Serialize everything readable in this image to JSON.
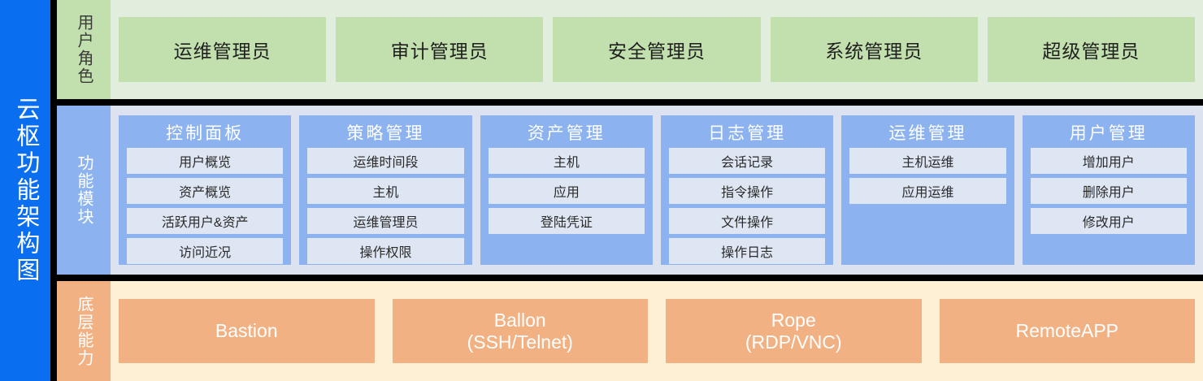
{
  "diagram": {
    "title": "云枢功能架构图",
    "colors": {
      "title_bar": "#0a6ef0",
      "roles_band_bg": "#e2eedd",
      "roles_box": "#c2dfae",
      "modules_band_bg": "#dce2f0",
      "modules_card": "#8cb3ef",
      "modules_item": "#dde6f2",
      "platform_band_bg": "#fdf0d5",
      "platform_box": "#f2b183",
      "divider": "#000000"
    }
  },
  "roles": {
    "label": "用户角色",
    "items": [
      {
        "label": "运维管理员"
      },
      {
        "label": "审计管理员"
      },
      {
        "label": "安全管理员"
      },
      {
        "label": "系统管理员"
      },
      {
        "label": "超级管理员"
      }
    ]
  },
  "modules": {
    "label": "功能模块",
    "cards": [
      {
        "title": "控制面板",
        "items": [
          "用户概览",
          "资产概览",
          "活跃用户&资产",
          "访问近况"
        ]
      },
      {
        "title": "策略管理",
        "items": [
          "运维时间段",
          "主机",
          "运维管理员",
          "操作权限"
        ]
      },
      {
        "title": "资产管理",
        "items": [
          "主机",
          "应用",
          "登陆凭证"
        ]
      },
      {
        "title": "日志管理",
        "items": [
          "会话记录",
          "指令操作",
          "文件操作",
          "操作日志"
        ]
      },
      {
        "title": "运维管理",
        "items": [
          "主机运维",
          "应用运维"
        ]
      },
      {
        "title": "用户管理",
        "items": [
          "增加用户",
          "删除用户",
          "修改用户"
        ]
      }
    ]
  },
  "platform": {
    "label": "底层能力",
    "items": [
      {
        "label": "Bastion"
      },
      {
        "label": "Ballon\n(SSH/Telnet)"
      },
      {
        "label": "Rope\n(RDP/VNC)"
      },
      {
        "label": "RemoteAPP"
      }
    ]
  }
}
